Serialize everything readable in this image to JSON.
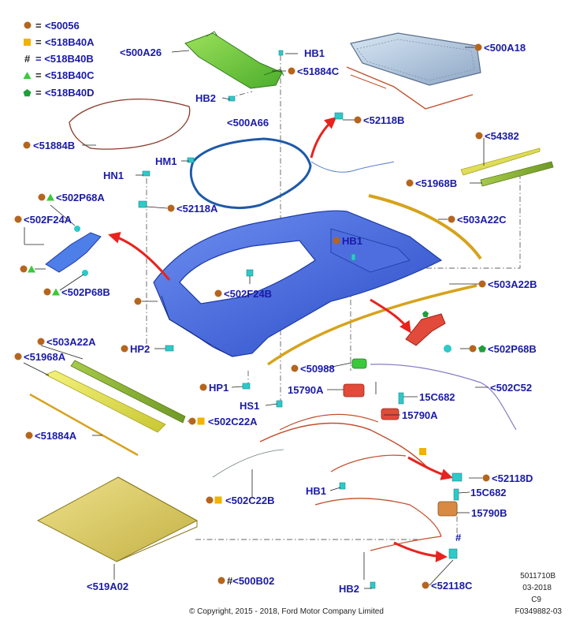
{
  "colors": {
    "label": "#1a1aa8",
    "bullet_circle": "#b5651d",
    "bullet_square": "#f2b200",
    "bullet_triangle": "#3ac93a",
    "bullet_pentagon": "#1f9e3a",
    "arrow": "#e8231e",
    "roof_panel": "#3a5fd8",
    "seal": "#8b3a2a",
    "clip": "#2ec9c9"
  },
  "legend": [
    {
      "symbol": "circle-icon",
      "eq": "=",
      "code": "<50056"
    },
    {
      "symbol": "square-icon",
      "eq": "=",
      "code": "<518B40A"
    },
    {
      "symbol": "hash",
      "eq": "#",
      "code": "= <518B40B"
    },
    {
      "symbol": "triangle-icon",
      "eq": "=",
      "code": "<518B40C"
    },
    {
      "symbol": "pentagon-icon",
      "eq": "=",
      "code": "<518B40D"
    }
  ],
  "callouts": {
    "c500A26": "<500A26",
    "cHB1top": "HB1",
    "c51884Ctop": "<51884C",
    "c500A18": "<500A18",
    "cHB2top": "HB2",
    "c500A66": "<500A66",
    "c52118Btop": "<52118B",
    "c51884B": "<51884B",
    "cHM1": "HM1",
    "c54382": "<54382",
    "cHN1": "HN1",
    "c51968B": "<51968B",
    "c52118A": "<52118A",
    "c502P68A": "<502P68A",
    "c503A22C": "<503A22C",
    "c502F24A": "<502F24A",
    "cHB1mid": "HB1",
    "c502P68B": "<502P68B",
    "c502F24B": "<502F24B",
    "c503A22B": "<503A22B",
    "c503A22A": "<503A22A",
    "cHP2": "HP2",
    "c502P68Bright": "<502P68B",
    "c51968A": "<51968A",
    "c50988": "<50988",
    "cHP1": "HP1",
    "c15790A1": "15790A",
    "c502C52": "<502C52",
    "c15C682a": "15C682",
    "cHS1": "HS1",
    "c15790A2": "15790A",
    "c502C22A": "<502C22A",
    "c51884A": "<51884A",
    "c52118D": "<52118D",
    "c15C682b": "15C682",
    "cHB1low": "HB1",
    "c502C22B": "<502C22B",
    "c15790B": "15790B",
    "c519A02": "<519A02",
    "cHash": "#",
    "c500B02": "<500B02",
    "cHB2low": "HB2",
    "c52118C": "<52118C"
  },
  "footer": {
    "code": "5011710B",
    "date": "03-2018",
    "rev": "C9",
    "ref": "F0349882-03",
    "copyright": "© Copyright, 2015 - 2018, Ford Motor Company Limited"
  }
}
